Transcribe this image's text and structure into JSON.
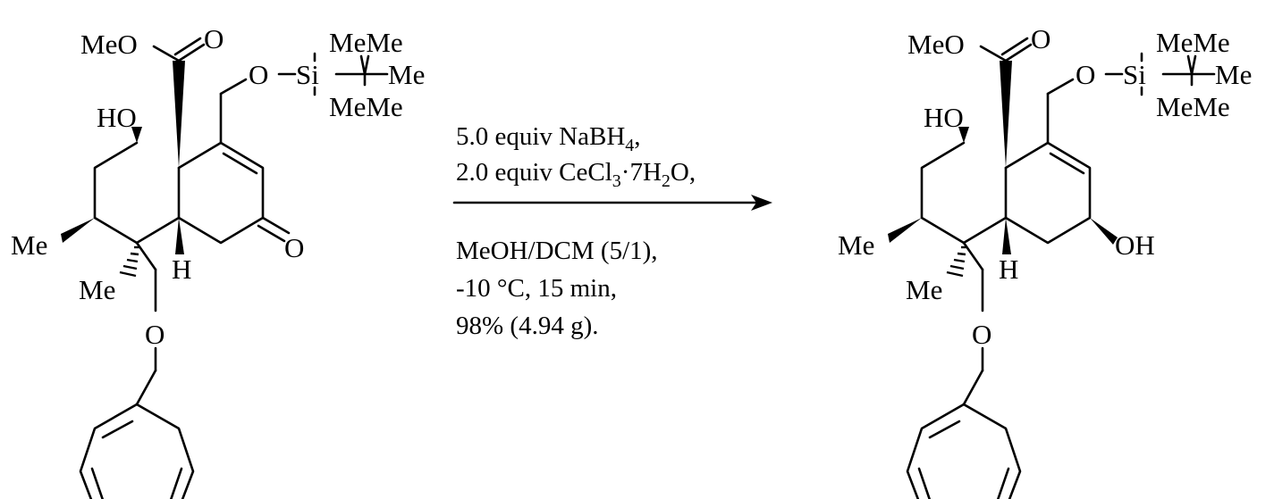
{
  "starting_material": {
    "labels": {
      "ester_oxygen_methyl": "MeO",
      "carbonyl_oxygen": "O",
      "silyl_ether_oxygen": "O",
      "silicon": "Si",
      "si_methyl_top": "MeMe",
      "si_methyl_bottom": "MeMe",
      "tbu_methyl": "Me",
      "hydroxyl": "HO",
      "ketone_oxygen": "O",
      "methyl_left": "Me",
      "methyl_quaternary": "Me",
      "ring_fusion_hydrogen": "H",
      "benzyl_ether_oxygen": "O"
    }
  },
  "product": {
    "labels": {
      "ester_oxygen_methyl": "MeO",
      "carbonyl_oxygen": "O",
      "silyl_ether_oxygen": "O",
      "silicon": "Si",
      "si_methyl_top": "MeMe",
      "si_methyl_bottom": "MeMe",
      "tbu_methyl": "Me",
      "hydroxyl": "HO",
      "new_hydroxyl": "OH",
      "methyl_left": "Me",
      "methyl_quaternary": "Me",
      "ring_fusion_hydrogen": "H",
      "benzyl_ether_oxygen": "O"
    }
  },
  "conditions": {
    "reagent_1": {
      "prefix": "5.0 equiv NaBH",
      "sub": "4",
      "suffix": ","
    },
    "reagent_2": {
      "prefix": "2.0 equiv CeCl",
      "sub1": "3",
      "mid": "·7H",
      "sub2": "2",
      "suffix": "O,"
    },
    "solvent": "MeOH/DCM (5/1),",
    "temperature_time": "-10 °C, 15 min,",
    "yield": "98% (4.94 g)."
  }
}
